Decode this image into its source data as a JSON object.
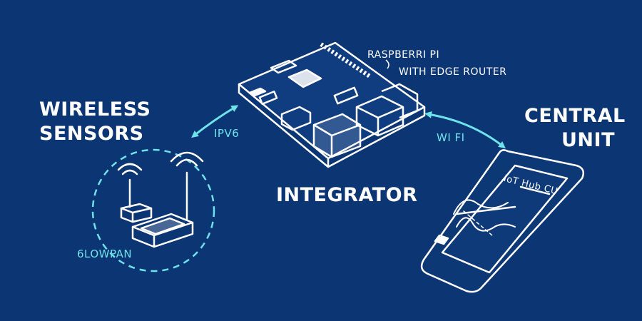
{
  "labels": {
    "wireless_line1": "WIRELESS",
    "wireless_line2": "SENSORS",
    "central_line1": "CENTRAL",
    "central_line2": "UNIT",
    "integrator": "INTEGRATOR",
    "rpi_line1": "RASPBERRI PI",
    "rpi_line2": "WITH EDGE ROUTER",
    "ipv6": "IPV6",
    "wifi": "WI FI",
    "lowpan": "6LOWPAN",
    "phone_screen_title": "IoT Hub CU"
  },
  "colors": {
    "background": "#0c3573",
    "line": "#ffffff",
    "accent": "#6fe3ec"
  },
  "icons": {
    "sensors": "wireless-sensor-icon",
    "board": "raspberry-pi-board-icon",
    "phone": "smartphone-icon"
  }
}
